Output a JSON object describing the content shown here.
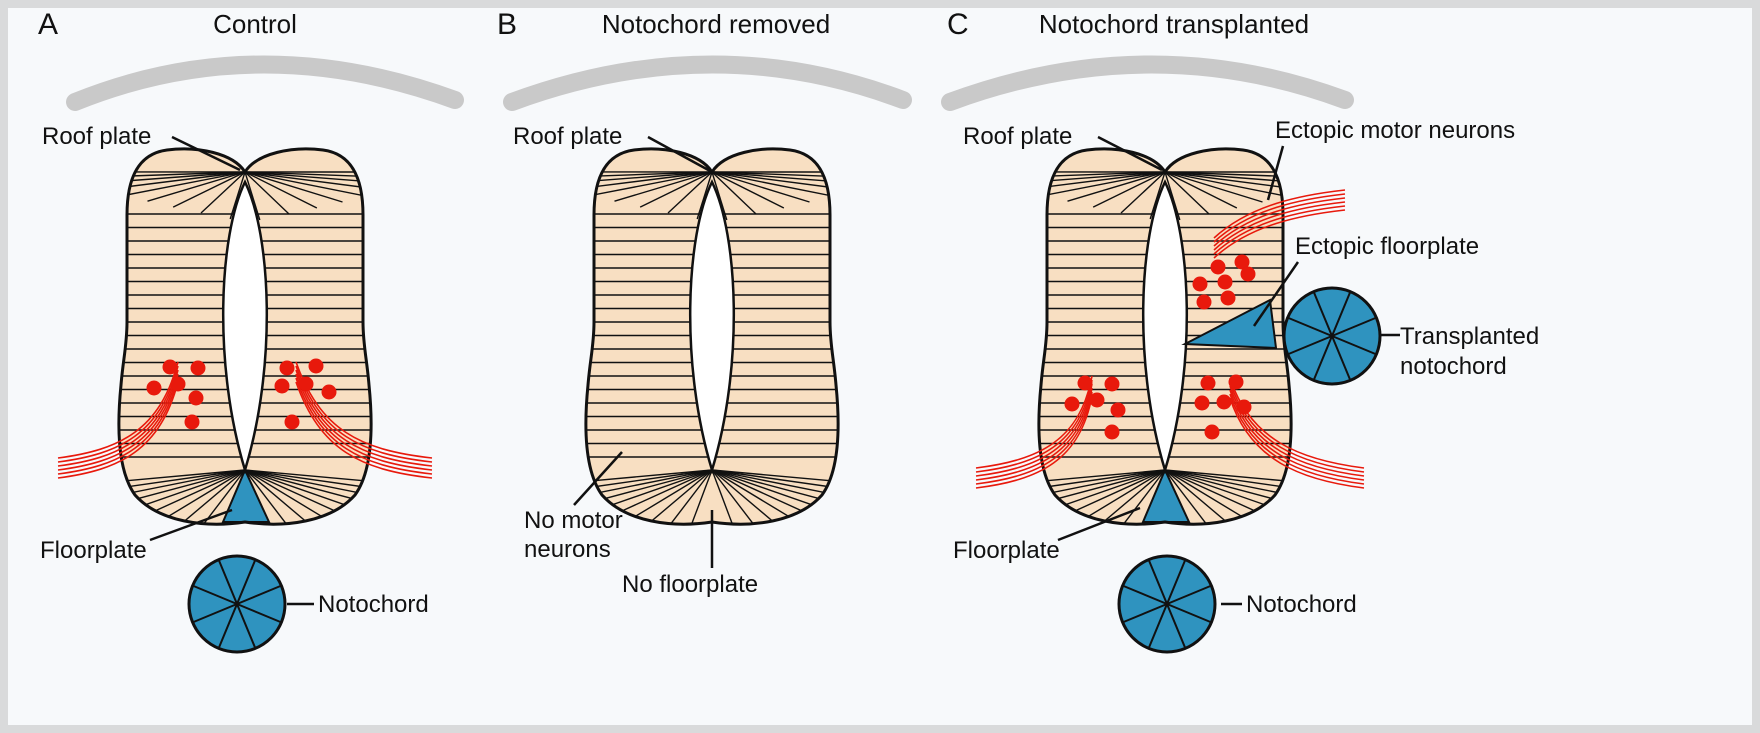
{
  "colors": {
    "tissue": "#f8dfc2",
    "outline": "#111111",
    "notochord": "#2f93bf",
    "neuron": "#e8190c",
    "axon": "#e8190c",
    "ectoderm": "#c9c9c9"
  },
  "panels": {
    "a": {
      "letter": "A",
      "title": "Control",
      "roof_plate": "Roof plate",
      "floorplate": "Floorplate",
      "notochord": "Notochord"
    },
    "b": {
      "letter": "B",
      "title": "Notochord removed",
      "roof_plate": "Roof plate",
      "no_motor_neurons_1": "No motor",
      "no_motor_neurons_2": "neurons",
      "no_floorplate": "No floorplate"
    },
    "c": {
      "letter": "C",
      "title": "Notochord transplanted",
      "roof_plate": "Roof plate",
      "ectopic_motor_neurons": "Ectopic motor neurons",
      "ectopic_floorplate": "Ectopic floorplate",
      "transplanted_notochord_1": "Transplanted",
      "transplanted_notochord_2": "notochord",
      "floorplate": "Floorplate",
      "notochord": "Notochord"
    }
  }
}
